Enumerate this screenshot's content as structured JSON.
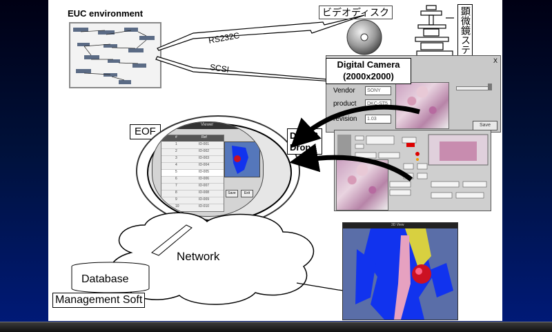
{
  "labels": {
    "euc_env": "EUC environment",
    "video_disk": "ビデオディスク",
    "microscope_stage": "顕微鏡ステージ等",
    "rs232c": "RS232C",
    "scsi": "SCSI",
    "digital_camera_line1": "Digital Camera",
    "digital_camera_line2": "(2000x2000)",
    "eof": "EOF",
    "drag_drop_line1": "Drag &",
    "drag_drop_line2": "Drop",
    "network": "Network",
    "database": "Database",
    "mgmt_soft": "Management Soft"
  },
  "camera_window": {
    "vendor_label": "Vendor",
    "vendor_value": "SONY",
    "product_label": "product",
    "product_value": "DKC-ST5",
    "revision_label": "revision",
    "revision_value": "1.03",
    "close_glyph": "X",
    "button_label": "Save"
  },
  "eof_window": {
    "title": "Viewer",
    "col_a": "#",
    "col_b": "Ref",
    "rows": [
      [
        "1",
        "ID-001"
      ],
      [
        "2",
        "ID-002"
      ],
      [
        "3",
        "ID-003"
      ],
      [
        "4",
        "ID-004"
      ],
      [
        "5",
        "ID-005"
      ],
      [
        "6",
        "ID-006"
      ],
      [
        "7",
        "ID-007"
      ],
      [
        "8",
        "ID-008"
      ],
      [
        "9",
        "ID-009"
      ],
      [
        "10",
        "ID-010"
      ]
    ],
    "btn_a": "Save",
    "btn_b": "Exit"
  },
  "viewer3d": {
    "title": "3D View"
  },
  "colors": {
    "arrow": "#000000",
    "vessel_blue": "#1133ee",
    "tumor_red": "#cc1122",
    "pink": "#e6a1c0",
    "yellow": "#d8d040"
  }
}
